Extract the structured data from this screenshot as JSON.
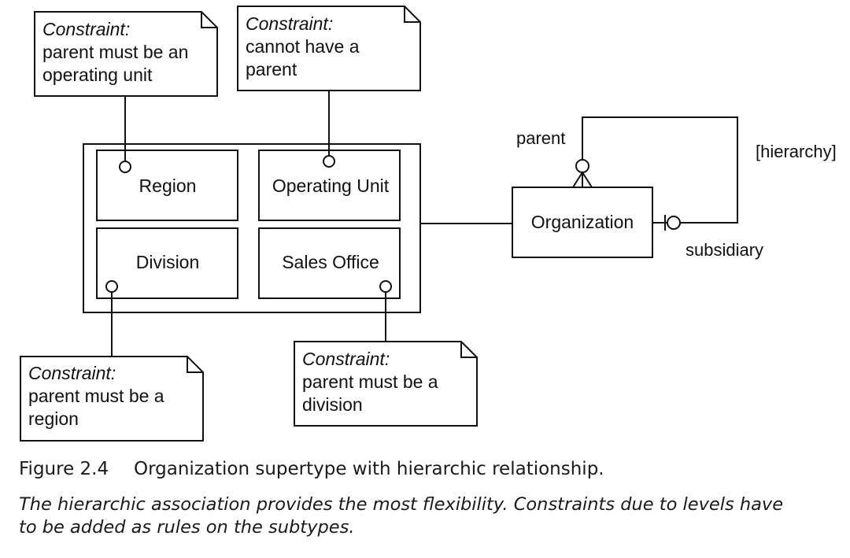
{
  "diagram": {
    "entities": {
      "region": "Region",
      "operating_unit": "Operating Unit",
      "division": "Division",
      "sales_office": "Sales Office",
      "organization": "Organization"
    },
    "notes": {
      "region": {
        "heading": "Constraint:",
        "lines": [
          "parent must be an",
          "operating unit"
        ]
      },
      "operating_unit": {
        "heading": "Constraint:",
        "lines": [
          "cannot have a",
          "parent"
        ]
      },
      "division": {
        "heading": "Constraint:",
        "lines": [
          "parent must be a",
          "region"
        ]
      },
      "sales_office": {
        "heading": "Constraint:",
        "lines": [
          "parent must be a",
          "division"
        ]
      }
    },
    "relationship": {
      "parent_role": "parent",
      "child_role": "subsidiary",
      "name": "[hierarchy]"
    }
  },
  "caption": {
    "figure_number": "Figure 2.4",
    "title": "Organization supertype with hierarchic relationship.",
    "body_lines": [
      "The hierarchic association provides the most flexibility. Constraints due to levels have",
      "to be added as rules on the subtypes."
    ]
  }
}
